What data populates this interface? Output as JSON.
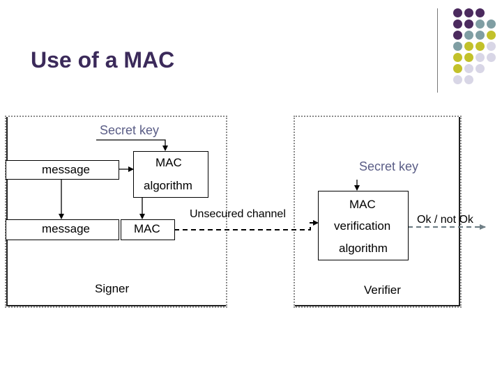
{
  "slide": {
    "title": "Use of a MAC"
  },
  "decor": {
    "colors": {
      "purple": "#4b2a5e",
      "teal": "#7f9ea3",
      "olive": "#c2c12a",
      "lavender": "#d8d6e6"
    }
  },
  "signer": {
    "secret_key": "Secret key",
    "message_top": "message",
    "mac_algorithm_line1": "MAC",
    "mac_algorithm_line2": "algorithm",
    "message_bottom": "message",
    "mac_output": "MAC",
    "caption": "Signer"
  },
  "channel": {
    "label": "Unsecured channel"
  },
  "verifier": {
    "secret_key": "Secret key",
    "line1": "MAC",
    "line2": "verification",
    "line3": "algorithm",
    "result": "Ok / not Ok",
    "caption": "Verifier"
  }
}
